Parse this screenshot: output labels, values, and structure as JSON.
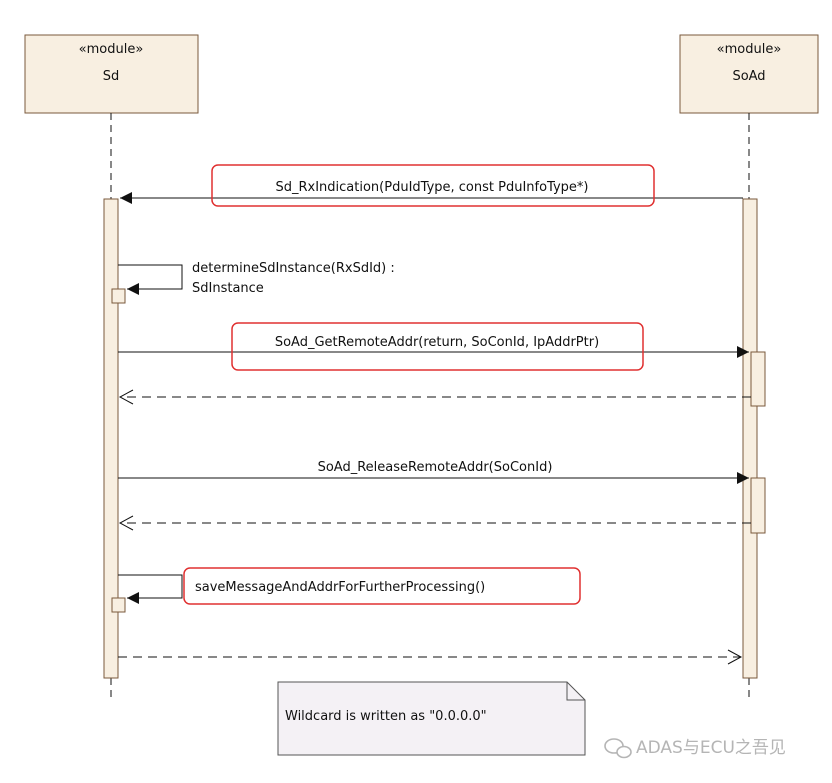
{
  "lifelines": [
    {
      "id": "sd",
      "stereotype": "«module»",
      "name": "Sd"
    },
    {
      "id": "soad",
      "stereotype": "«module»",
      "name": "SoAd"
    }
  ],
  "messages": [
    {
      "id": "rx-indication",
      "label": "Sd_RxIndication(PduIdType, const PduInfoType*)",
      "highlighted": true
    },
    {
      "id": "determine-instance",
      "label_line1": "determineSdInstance(RxSdId) :",
      "label_line2": "SdInstance",
      "highlighted": false
    },
    {
      "id": "get-remote-addr",
      "label": "SoAd_GetRemoteAddr(return, SoConId, IpAddrPtr)",
      "highlighted": true
    },
    {
      "id": "release-remote-addr",
      "label": "SoAd_ReleaseRemoteAddr(SoConId)",
      "highlighted": false
    },
    {
      "id": "save-message",
      "label": "saveMessageAndAddrForFurtherProcessing()",
      "highlighted": true
    }
  ],
  "note": {
    "text": "Wildcard is written as \"0.0.0.0\""
  },
  "watermark": {
    "text": "ADAS与ECU之吾见"
  },
  "colors": {
    "box_fill": "#f8efe1",
    "box_border": "#7a5a3c",
    "highlight": "#e03030",
    "note_fill": "#f4f1f5"
  }
}
